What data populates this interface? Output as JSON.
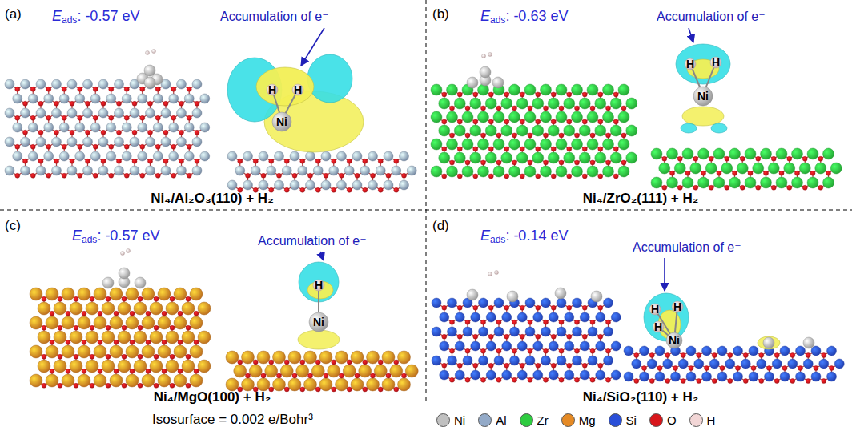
{
  "diagram": {
    "labels": [
      "(a)",
      "E",
      "ads",
      ": -0.57 eV",
      "Accumulation of e⁻",
      "H",
      "H",
      "Ni",
      "Ni₄/Al₂O₃(110) + H₂",
      "(b)",
      "E",
      "ads",
      ": -0.63 eV",
      "Accumulation of e⁻",
      "H",
      "H",
      "Ni",
      "Ni₄/ZrO₂(111) + H₂",
      "(c)",
      "E",
      "ads",
      ": -0.57 eV",
      "Accumulation of e⁻",
      "H",
      "Ni",
      "Ni₄/MgO(100) + H₂",
      "(d)",
      "E",
      "ads",
      ": -0.14 eV",
      "Accumulation of e⁻",
      "H",
      "H",
      "H",
      "Ni",
      "Ni₄/SiO₂(110) + H₂",
      "Isosurface = 0.002 e/Bohr³"
    ],
    "legend": [
      {
        "text": "Ni",
        "color": "#c0c0c0"
      },
      {
        "text": "Al",
        "color": "#93aac8"
      },
      {
        "text": "Zr",
        "color": "#2ecc40"
      },
      {
        "text": "Mg",
        "color": "#e58a25"
      },
      {
        "text": "Si",
        "color": "#2a4fd8"
      },
      {
        "text": "O",
        "color": "#d8161b"
      },
      {
        "text": "H",
        "color": "#f2d6d6"
      }
    ]
  }
}
